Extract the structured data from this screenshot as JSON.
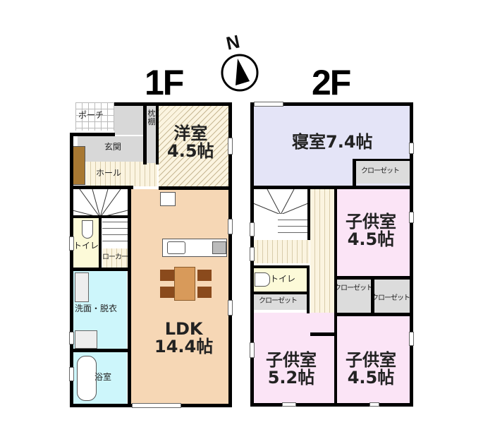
{
  "compass": {
    "letter": "N",
    "icon": "north-arrow-icon"
  },
  "floors": [
    {
      "label": "1F",
      "rooms": {
        "porch": "ポーチ",
        "closet_pillow": "枕棚",
        "western_room": {
          "name": "洋室",
          "size": "4.5帖"
        },
        "entrance": "玄関",
        "hall": "ホール",
        "toilet": "トイレ",
        "locker": "ローカー",
        "washroom": "洗面・脱衣",
        "bathroom": "浴室",
        "ldk": {
          "name": "LDK",
          "size": "14.4帖"
        }
      }
    },
    {
      "label": "2F",
      "rooms": {
        "bedroom": {
          "name": "寝室",
          "size": "7.4帖"
        },
        "bedroom_closet": "クローゼット",
        "kids1": {
          "name": "子供室",
          "size": "4.5帖"
        },
        "toilet": "トイレ",
        "closet_hall": "クローゼット",
        "closet_mid1": "クローゼット",
        "closet_mid2": "クローゼット",
        "kids2": {
          "name": "子供室",
          "size": "5.2帖"
        },
        "kids3": {
          "name": "子供室",
          "size": "4.5帖"
        }
      }
    }
  ],
  "colors": {
    "western_room": "#fbf4e0",
    "ldk": "#f6d7b5",
    "bedroom": "#e4e4f7",
    "kids_room": "#fbe4f6",
    "toilet": "#fcfad8",
    "washroom": "#cdf6fb",
    "closet": "#dcdcdc",
    "dining_chair": "#8a4a1c",
    "dining_table": "#d89a5a",
    "shoe_box": "#a87832"
  }
}
